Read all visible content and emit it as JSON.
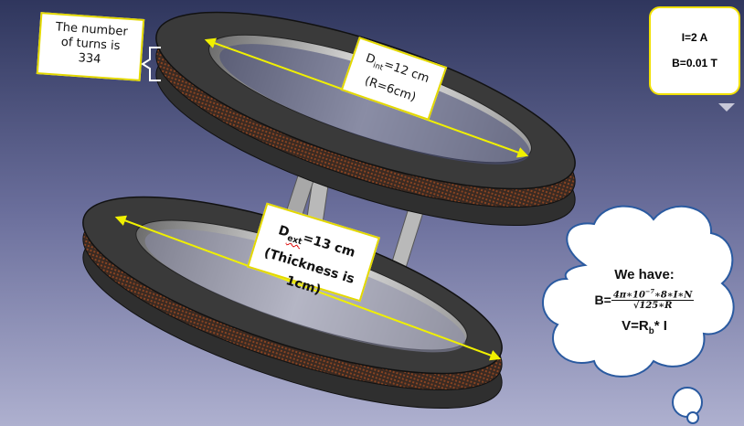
{
  "turns_label": {
    "line1": "The number",
    "line2": "of turns is",
    "line3": "334"
  },
  "dint_label": {
    "D": "D",
    "sub": "int",
    "value": "=12 cm",
    "radius": "(R=6cm)"
  },
  "dext_label": {
    "D": "D",
    "sub": "ext",
    "value": "=13 cm",
    "thickness": "(Thickness is 1cm)"
  },
  "params": {
    "current": "I=2 A",
    "field": "B=0.01 T"
  },
  "cloud": {
    "title": "We have:",
    "b_prefix": "B=",
    "numerator_a": "4π∗10",
    "numerator_exp": "−7",
    "numerator_b": "∗8∗I∗N",
    "denominator": "√125∗R",
    "v_prefix": "V=R",
    "v_sub": "b",
    "v_suffix": "* I"
  },
  "colors": {
    "background_top": "#333a63",
    "background_bottom": "#a7a9c9",
    "arrow": "#f0f000",
    "label_border": "#e3d800",
    "coil_copper": "#7a3c1c"
  }
}
